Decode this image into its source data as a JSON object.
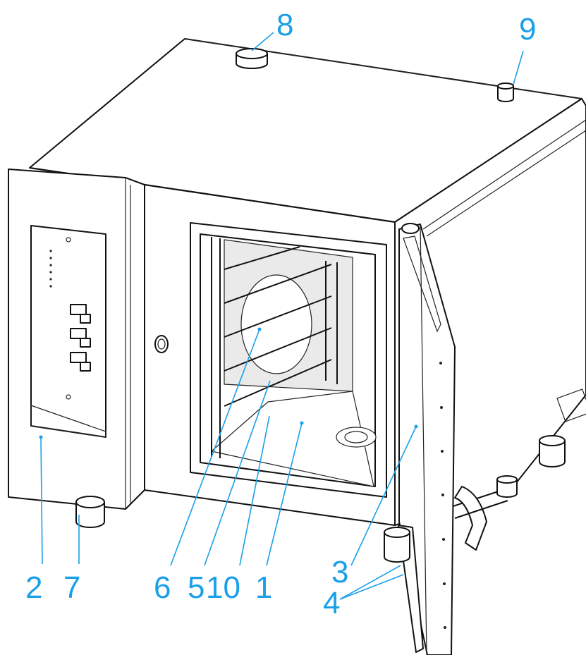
{
  "colors": {
    "callout": "#1aa0e8",
    "line": "#111111",
    "background": "#ffffff"
  },
  "callouts": [
    {
      "id": "c8",
      "label": "8"
    },
    {
      "id": "c9",
      "label": "9"
    },
    {
      "id": "c2",
      "label": "2"
    },
    {
      "id": "c7",
      "label": "7"
    },
    {
      "id": "c6",
      "label": "6"
    },
    {
      "id": "c5",
      "label": "5"
    },
    {
      "id": "c10",
      "label": "10"
    },
    {
      "id": "c1",
      "label": "1"
    },
    {
      "id": "c3",
      "label": "3"
    },
    {
      "id": "c4",
      "label": "4"
    }
  ]
}
